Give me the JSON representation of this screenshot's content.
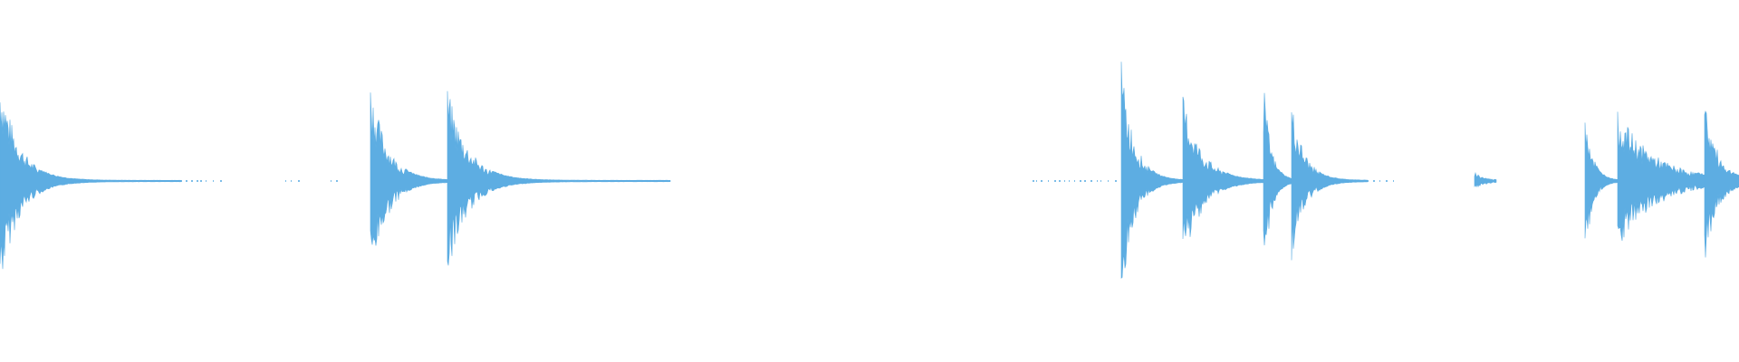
{
  "waveform": {
    "color": "#5dade2",
    "background": "#ffffff",
    "duration_units": 1920,
    "baseline_level": 0.004,
    "transients": [
      {
        "start": 0,
        "end": 200,
        "peak": 0.6,
        "decay": 20
      },
      {
        "start": 409,
        "end": 494,
        "peak": 0.56,
        "decay": 18
      },
      {
        "start": 494,
        "end": 740,
        "peak": 0.52,
        "decay": 22
      },
      {
        "start": 1238,
        "end": 1306,
        "peak": 0.66,
        "decay": 14
      },
      {
        "start": 1306,
        "end": 1395,
        "peak": 0.48,
        "decay": 20
      },
      {
        "start": 1395,
        "end": 1426,
        "peak": 0.56,
        "decay": 8
      },
      {
        "start": 1426,
        "end": 1510,
        "peak": 0.44,
        "decay": 14
      },
      {
        "start": 1628,
        "end": 1652,
        "peak": 0.05,
        "decay": 10
      },
      {
        "start": 1750,
        "end": 1786,
        "peak": 0.45,
        "decay": 8
      },
      {
        "start": 1786,
        "end": 1882,
        "peak": 0.39,
        "decay": 40
      },
      {
        "start": 1882,
        "end": 1920,
        "peak": 0.46,
        "decay": 14
      }
    ],
    "dotted_ranges": [
      {
        "start": 200,
        "end": 245
      },
      {
        "start": 315,
        "end": 330
      },
      {
        "start": 365,
        "end": 375
      },
      {
        "start": 1140,
        "end": 1238
      },
      {
        "start": 1510,
        "end": 1540
      }
    ]
  }
}
